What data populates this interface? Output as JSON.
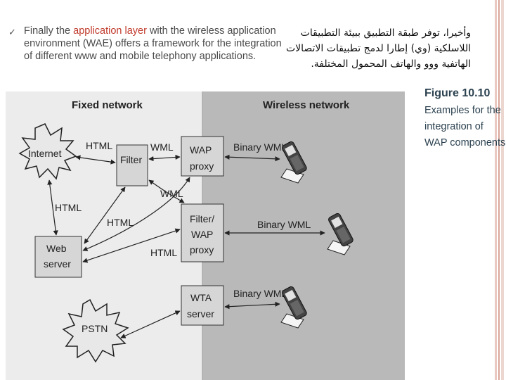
{
  "slide": {
    "bullet_glyph": "✓",
    "en_before": "Finally the ",
    "en_highlight": "application layer",
    "en_after": " with the wireless application environment (WAE) offers a framework for the integration of different www and mobile telephony applications.",
    "ar_text": "وأخيرا، توفر طبقة التطبيق ببيئة التطبيقات اللاسلكية (وي) إطارا لدمج تطبيقات الاتصالات الهاتفية ووو والهاتف المحمول المختلفة."
  },
  "figure": {
    "title": "Figure 10.10",
    "description": "Examples for the integration of WAP components"
  },
  "diagram": {
    "fixed_header": "Fixed network",
    "wireless_header": "Wireless network",
    "nodes": {
      "internet": "Internet",
      "filter": "Filter",
      "wap_proxy": [
        "WAP",
        "proxy"
      ],
      "filter_wap_proxy": [
        "Filter/",
        "WAP",
        "proxy"
      ],
      "web_server": [
        "Web",
        "server"
      ],
      "wta_server": [
        "WTA",
        "server"
      ],
      "pstn": "PSTN"
    },
    "labels": {
      "html_1": "HTML",
      "wml_1": "WML",
      "wml_2": "WML",
      "html_2": "HTML",
      "html_3": "HTML",
      "html_4": "HTML",
      "binary_wml_1": "Binary WML",
      "binary_wml_2": "Binary WML",
      "binary_wml_3": "Binary WML"
    }
  },
  "colors": {
    "fixed_bg": "#ececec",
    "wireless_bg": "#b9b9b9",
    "node_fill": "#d6d6d6",
    "accent": "#c0392b"
  }
}
